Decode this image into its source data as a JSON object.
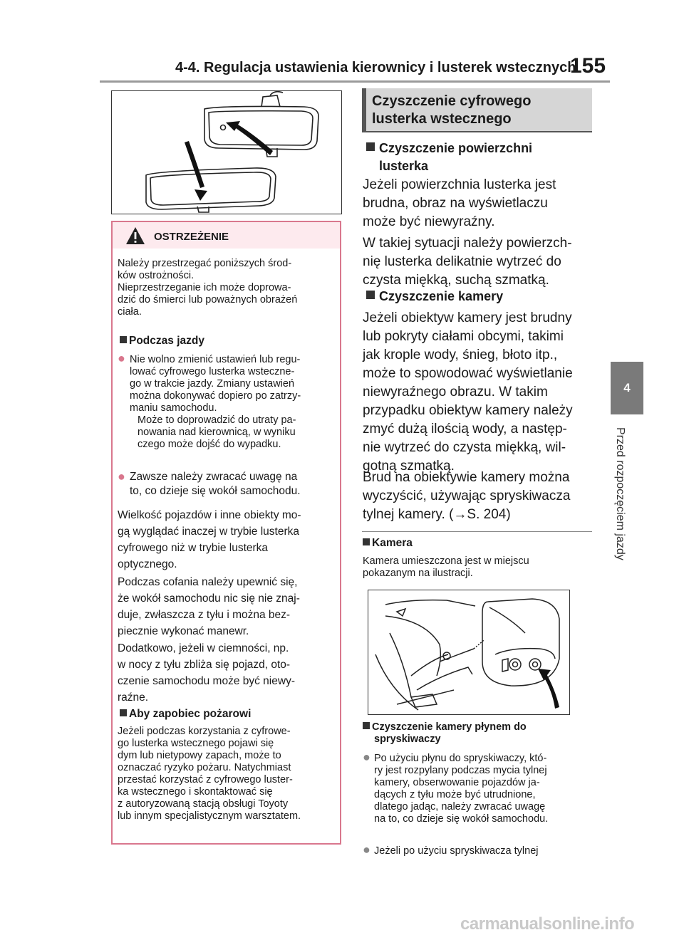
{
  "header": {
    "title": "4-4. Regulacja ustawienia kierownicy i lusterek wstecznych",
    "page_number": "155"
  },
  "side_tab": {
    "number": "4",
    "label": "Przed rozpoczęciem jazdy"
  },
  "warning": {
    "label": "OSTRZEŻENIE",
    "intro_lines": [
      "Należy przestrzegać poniższych środ-",
      "ków ostrożności.",
      "Nieprzestrzeganie ich może doprowa-",
      "dzić do śmierci lub poważnych obrażeń",
      "ciała."
    ],
    "sub1": "Podczas jazdy",
    "bullet1_lines": [
      "Nie wolno zmienić ustawień lub regu-",
      "lować cyfrowego lusterka wsteczne-",
      "go w trakcie jazdy. Zmiany ustawień",
      "można dokonywać dopiero po zatrzy-",
      "maniu samochodu.",
      "Może to doprowadzić do utraty pa-",
      "nowania nad kierownicą, w wyniku",
      "czego może dojść do wypadku."
    ],
    "bullet2_lines": [
      "Zawsze należy zwracać uwagę na",
      "to, co dzieje się wokół samochodu."
    ],
    "para1_lines": [
      "Wielkość pojazdów i inne obiekty mo-",
      "gą wyglądać inaczej w trybie lusterka",
      "cyfrowego niż w trybie lusterka",
      "optycznego."
    ],
    "para2_lines": [
      "Podczas cofania należy upewnić się,",
      "że wokół samochodu nic się nie znaj-",
      "duje, zwłaszcza z tyłu i można bez-",
      "piecznie wykonać manewr."
    ],
    "para3_lines": [
      "Dodatkowo, jeżeli w ciemności, np.",
      "w nocy z tyłu zbliża się pojazd, oto-",
      "czenie samochodu może być niewy-",
      "raźne."
    ],
    "sub2": "Aby zapobiec pożarowi",
    "para4_lines": [
      "Jeżeli podczas korzystania z cyfrowe-",
      "go lusterka wstecznego pojawi się",
      "dym lub nietypowy zapach, może to",
      "oznaczać ryzyko pożaru. Natychmiast",
      "przestać korzystać z cyfrowego luster-",
      "ka wstecznego i skontaktować się",
      "z autoryzowaną stacją obsługi Toyoty",
      "lub innym specjalistycznym warsztatem."
    ]
  },
  "section": {
    "title_lines": [
      "Czyszczenie cyfrowego",
      "lusterka wstecznego"
    ],
    "sub1_lines": [
      "Czyszczenie powierzchni",
      "lusterka"
    ],
    "para1_lines": [
      "Jeżeli powierzchnia lusterka jest",
      "brudna, obraz na wyświetlaczu",
      "może być niewyraźny."
    ],
    "para2_lines": [
      "W takiej sytuacji należy powierzch-",
      "nię lusterka delikatnie wytrzeć do",
      "czysta miękką, suchą szmatką."
    ],
    "sub2": "Czyszczenie kamery",
    "para3_lines": [
      "Jeżeli obiektyw kamery jest brudny",
      "lub pokryty ciałami obcymi, takimi",
      "jak krople wody, śnieg, błoto itp.,",
      "może to spowodować wyświetlanie",
      "niewyraźnego obrazu. W takim",
      "przypadku obiektyw kamery należy",
      "zmyć dużą ilością wody, a następ-",
      "nie wytrzeć do czysta miękką, wil-",
      "gotną szmatką."
    ],
    "para4_lines": [
      "Brud na obiektywie kamery można",
      "wyczyścić, używając spryskiwacza",
      "tylnej kamery. (→S. 204)"
    ]
  },
  "camera_note": {
    "heading": "Kamera",
    "text_lines": [
      "Kamera umieszczona jest w miejscu",
      "pokazanym na ilustracji."
    ]
  },
  "washer_note": {
    "heading_lines": [
      "Czyszczenie kamery płynem do",
      "spryskiwaczy"
    ],
    "bullet1_lines": [
      "Po użyciu płynu do spryskiwaczy, któ-",
      "ry jest rozpylany podczas mycia tylnej",
      "kamery, obserwowanie pojazdów ja-",
      "dących z tyłu może być utrudnione,",
      "dlatego jadąc, należy zwracać uwagę",
      "na to, co dzieje się wokół samochodu."
    ],
    "bullet2": "Jeżeli po użyciu spryskiwacza tylnej"
  },
  "footer": {
    "watermark": "carmanualsonline.info"
  },
  "colors": {
    "warning_border": "#d9778d",
    "warning_head_bg": "#fdeaee",
    "section_head_bg": "#d6d6d6",
    "tab_bg": "#7a7a7a"
  }
}
